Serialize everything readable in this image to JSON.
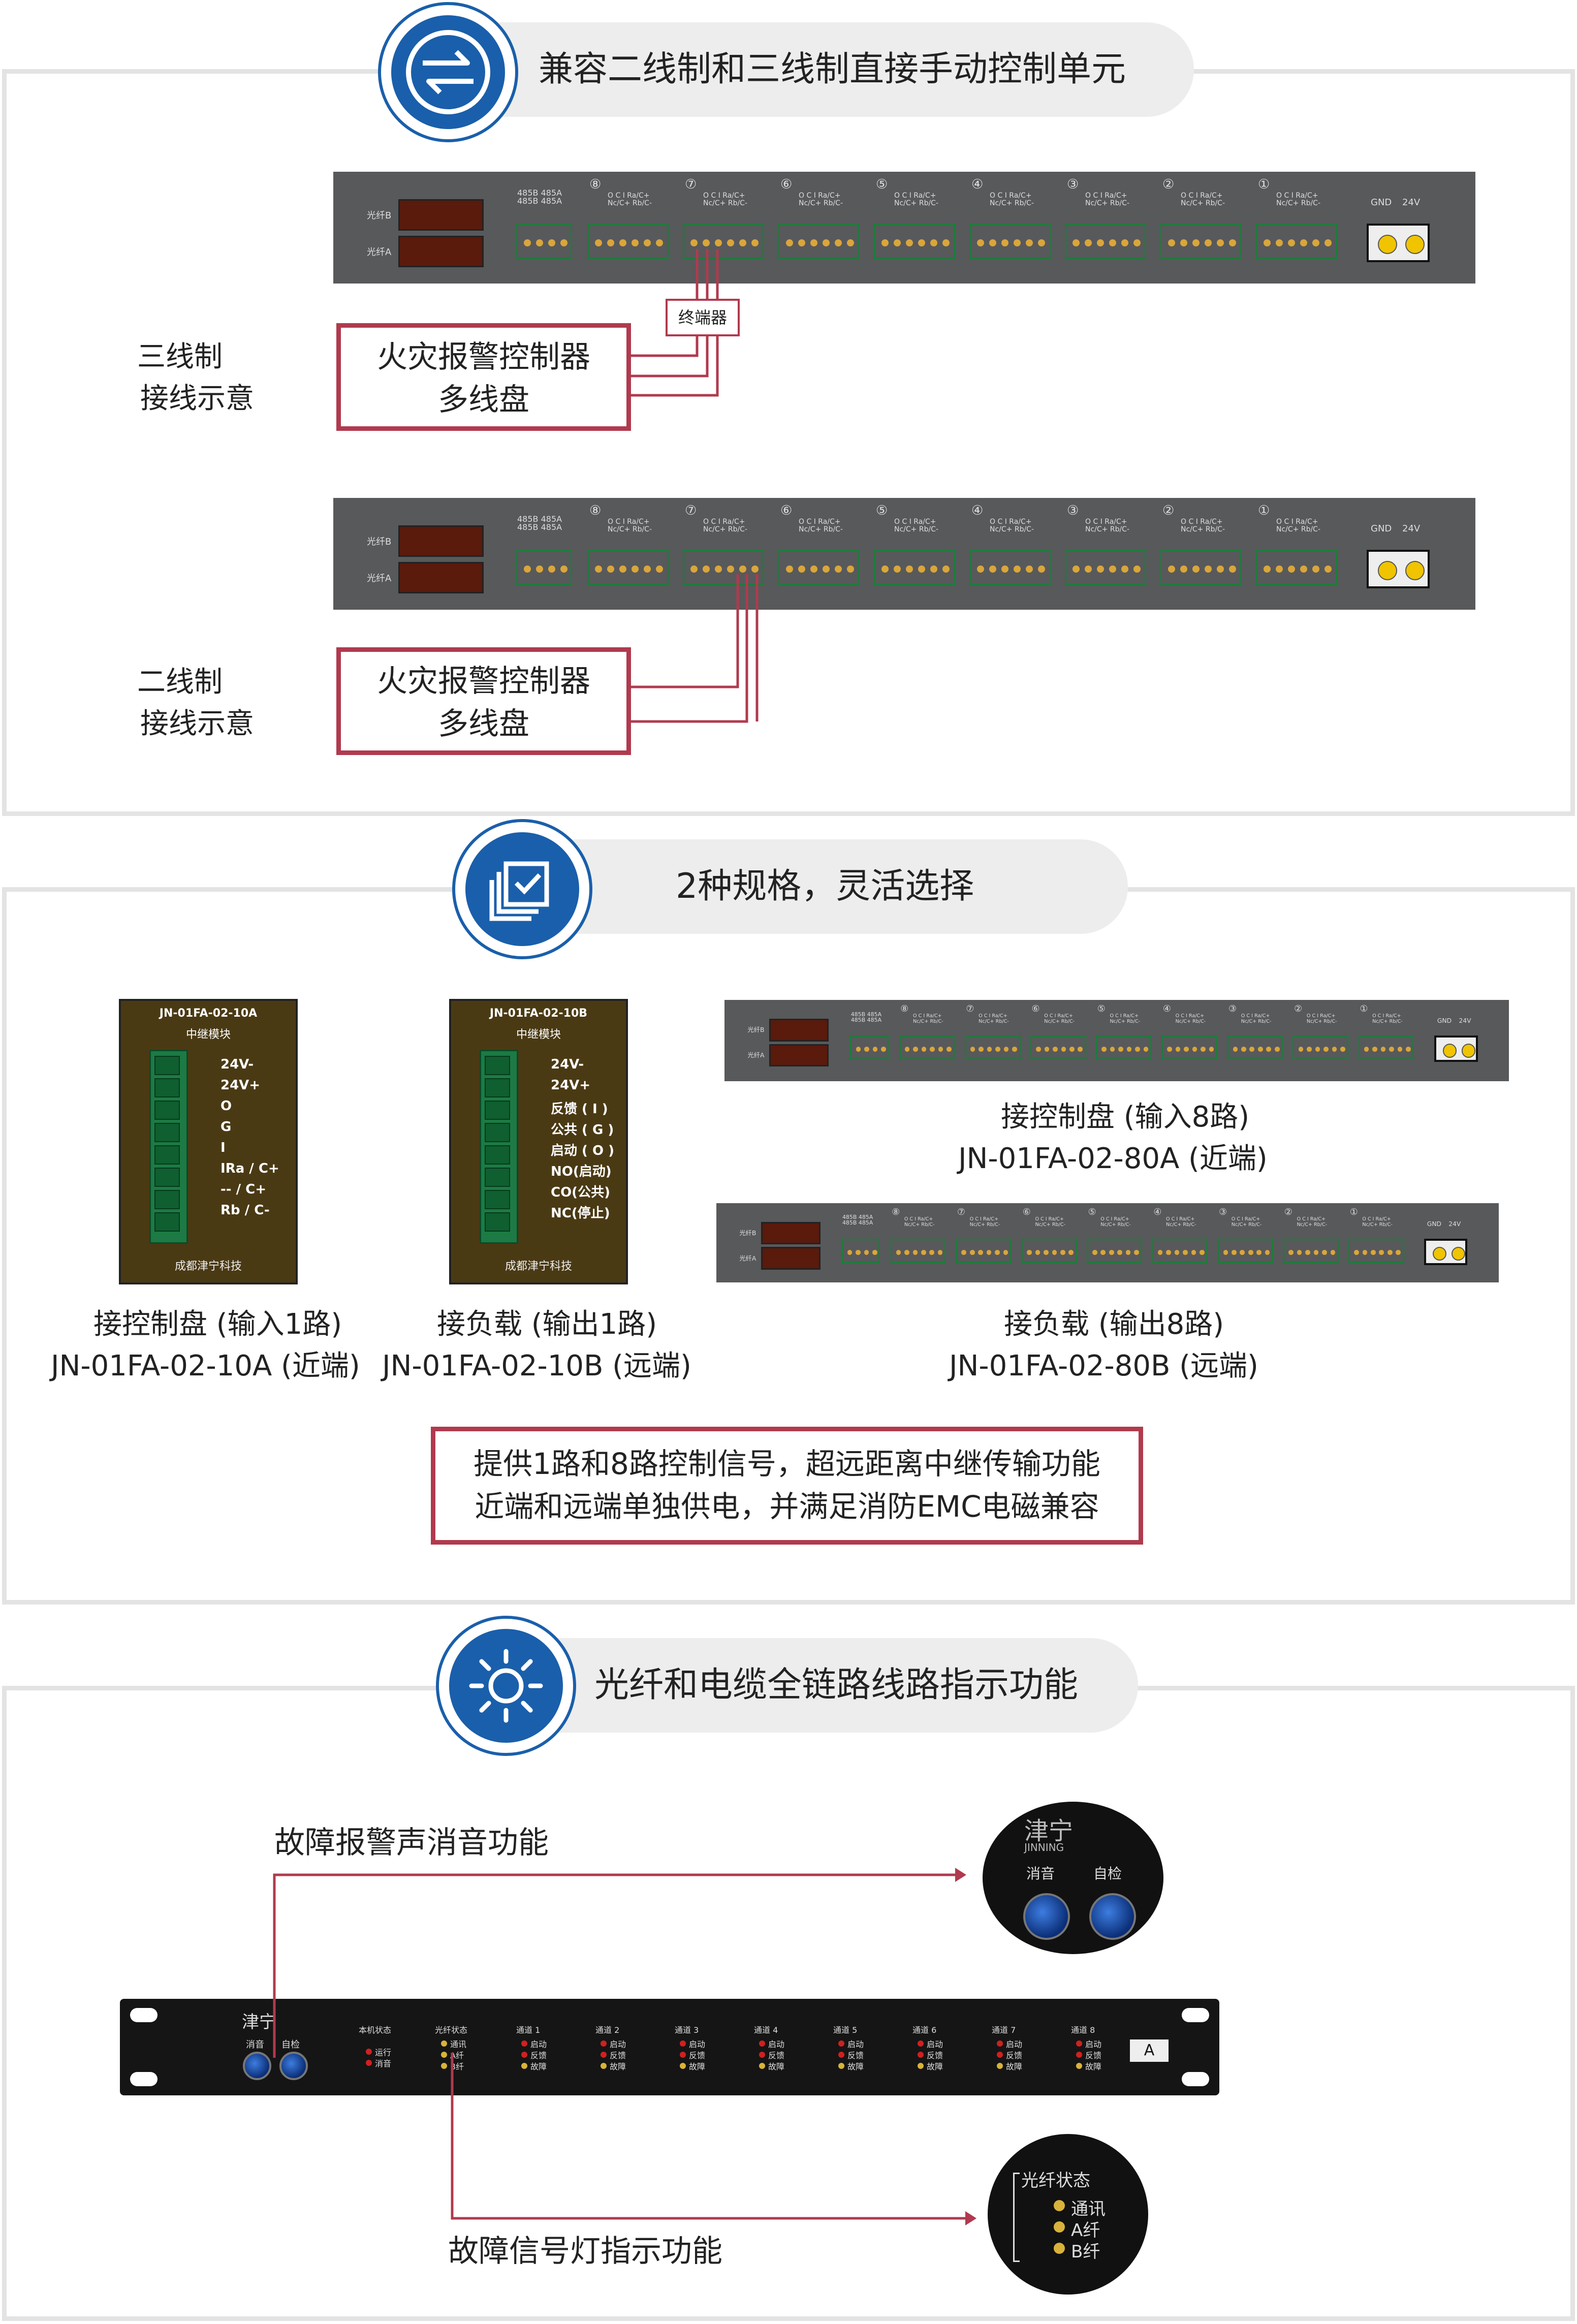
{
  "section1": {
    "title": "兼容二线制和三线制直接手动控制单元",
    "row3_label": [
      "三线制",
      "接线示意"
    ],
    "row2_label": [
      "二线制",
      "接线示意"
    ],
    "controller": [
      "火灾报警控制器",
      "多线盘"
    ],
    "terminator": "终端器",
    "panel": {
      "fiber_b": "光纤B",
      "fiber_a": "光纤A",
      "bus_labels": "485B 485A 485B 485A",
      "channel_numbers": [
        "⑧",
        "⑦",
        "⑥",
        "⑤",
        "④",
        "③",
        "②",
        "①"
      ],
      "channel_pins": "O C I Ra/C+ Nc/C+ Rb/C-",
      "power_labels": [
        "GND",
        "24V"
      ]
    }
  },
  "section2": {
    "title": "2种规格，灵活选择",
    "module_a": {
      "header": "JN-01FA-02-10A",
      "subheader": "中继模块",
      "pins": [
        "24V-",
        "24V+",
        "O",
        "G",
        "I",
        "IRa / C+",
        "-- / C+",
        "Rb / C-"
      ],
      "footer": "成都津宁科技",
      "caption": [
        "接控制盘 (输入1路)",
        "JN-01FA-02-10A (近端)"
      ]
    },
    "module_b": {
      "header": "JN-01FA-02-10B",
      "subheader": "中继模块",
      "pins": [
        "24V-",
        "24V+",
        "反馈 ( I )",
        "公共 ( G )",
        "启动 ( O )",
        "NO(启动)",
        "CO(公共)",
        "NC(停止)"
      ],
      "footer": "成都津宁科技",
      "caption": [
        "接负载 (输出1路)",
        "JN-01FA-02-10B (远端)"
      ]
    },
    "panel_a_caption": [
      "接控制盘 (输入8路)",
      "JN-01FA-02-80A (近端)"
    ],
    "panel_b_caption": [
      "接负载 (输出8路)",
      "JN-01FA-02-80B (远端)"
    ],
    "note": [
      "提供1路和8路控制信号，超远距离中继传输功能",
      "近端和远端单独供电，并满足消防EMC电磁兼容"
    ]
  },
  "section3": {
    "title": "光纤和电缆全链路线路指示功能",
    "callout_top": "故障报警声消音功能",
    "callout_bottom": "故障信号灯指示功能",
    "brand": "津宁",
    "brand_en": "JINNING",
    "mute": "消音",
    "selftest": "自检",
    "local_status": "本机状态",
    "local_items": [
      "运行",
      "消音"
    ],
    "fiber_status": "光纤状态",
    "fiber_items": [
      "通讯",
      "A纤",
      "B纤"
    ],
    "channels": [
      "通道 1",
      "通道 2",
      "通道 3",
      "通道 4",
      "通道 5",
      "通道 6",
      "通道 7",
      "通道 8"
    ],
    "channel_items": [
      "启动",
      "反馈",
      "故障"
    ],
    "unit_tag": "A"
  },
  "colors": {
    "accent_blue": "#1a5fab",
    "accent_red": "#b03a4e",
    "panel_gray": "#58595b"
  }
}
